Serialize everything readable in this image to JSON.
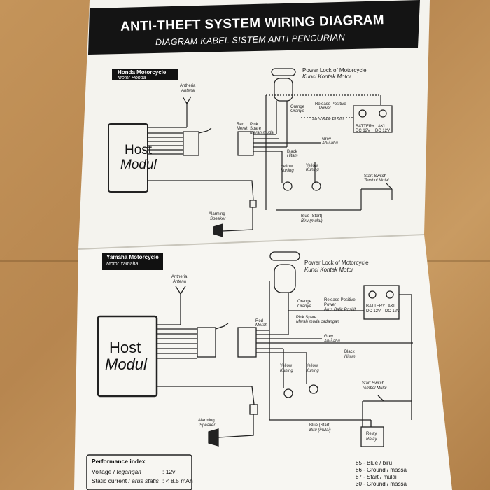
{
  "header": {
    "title": "ANTI-THEFT SYSTEM WIRING DIAGRAM",
    "subtitle": "DIAGRAM KABEL SISTEM ANTI PENCURIAN"
  },
  "honda": {
    "tag": "Honda Motorcycle",
    "tag_sub": "Motor Honda",
    "antenna": "Antheria",
    "antenna_sub": "Antena",
    "host": "Host",
    "modul": "Modul",
    "power_lock": "Power Lock of Motorcycle",
    "power_lock_sub": "Kunci Kontak Motor",
    "release": "Release Positive",
    "release_sub": "Power",
    "orange": "Orange",
    "orange_sub": "Oranye",
    "arus": "Arus Balik Positif",
    "battery": "BATTERY",
    "aki": "AKI",
    "dc1": "DC 12V",
    "dc2": "DC 12V",
    "red": "Red",
    "red_sub": "Merah",
    "pink": "Pink",
    "pink_sub": "Spare",
    "pink_sub2": "Merah muda",
    "grey": "Grey",
    "grey_sub": "Abu-abu",
    "black": "Black",
    "black_sub": "Hitam",
    "yellow1": "Yellow",
    "yellow1_sub": "Kuning",
    "yellow2": "Yellow",
    "yellow2_sub": "Kuning",
    "start": "Start Switch",
    "start_sub": "Tombol Mulai",
    "blue": "Blue (Start)",
    "blue_sub": "Biru (mulai)",
    "speaker": "Alarming",
    "speaker_sub": "Speaker"
  },
  "yamaha": {
    "tag": "Yamaha Motorcycle",
    "tag_sub": "Motor Yamaha",
    "antenna": "Antheria",
    "antenna_sub": "Antena",
    "host": "Host",
    "modul": "Modul",
    "power_lock": "Power Lock of Motorcycle",
    "power_lock_sub": "Kunci Kontak Motor",
    "orange": "Orange",
    "orange_sub": "Oranye",
    "release": "Release Positive",
    "release_sub": "Power",
    "arus": "Arus Balik Positif",
    "battery": "BATTERY",
    "aki": "AKI",
    "dc1": "DC 12V",
    "dc2": "DC 12V",
    "red": "Red",
    "red_sub": "Merah",
    "pink": "Pink Spare",
    "pink_sub": "Merah muda cadangan",
    "grey": "Grey",
    "grey_sub": "Abu-abu",
    "black": "Black",
    "black_sub": "Hitam",
    "yellow1": "Yellow",
    "yellow1_sub": "Kuning",
    "yellow2": "Yellow",
    "yellow2_sub": "Kuning",
    "start": "Start Switch",
    "start_sub": "Tombol Mulai",
    "blue": "Blue (Start)",
    "blue_sub": "Biru (mulai)",
    "relay": "Relay",
    "relay_sub": "Relay",
    "speaker": "Alarming",
    "speaker_sub": "Speaker"
  },
  "performance": {
    "heading": "Performance index",
    "rows": [
      {
        "label": "Voltage / ",
        "label_i": "tegangan",
        "value": ": 12v"
      },
      {
        "label": "Static current / ",
        "label_i": "arus statis",
        "value": ": < 8.5 mAh"
      }
    ]
  },
  "relay_pins": [
    "85 - Blue / biru",
    "86 - Ground / massa",
    "87 - Start / mulai",
    "30 - Ground / massa"
  ],
  "colors": {
    "header_bg": "#141414",
    "paper": "#f4f3ee",
    "cardboard": "#b98a52"
  }
}
